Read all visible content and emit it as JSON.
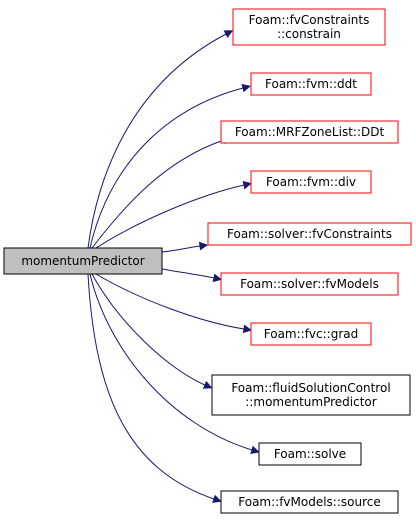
{
  "colors": {
    "source_fill": "#bfbfbf",
    "source_border": "#000000",
    "link_border_red": "#ff0000",
    "link_border_black": "#000000",
    "node_fill": "#ffffff",
    "edge": "#191970"
  },
  "source": {
    "id": "src",
    "label": "momentumPredictor"
  },
  "targets": [
    {
      "id": "t0",
      "lines": [
        "Foam::fvConstraints",
        "::constrain"
      ],
      "border": "red"
    },
    {
      "id": "t1",
      "lines": [
        "Foam::fvm::ddt"
      ],
      "border": "red"
    },
    {
      "id": "t2",
      "lines": [
        "Foam::MRFZoneList::DDt"
      ],
      "border": "red"
    },
    {
      "id": "t3",
      "lines": [
        "Foam::fvm::div"
      ],
      "border": "red"
    },
    {
      "id": "t4",
      "lines": [
        "Foam::solver::fvConstraints"
      ],
      "border": "red"
    },
    {
      "id": "t5",
      "lines": [
        "Foam::solver::fvModels"
      ],
      "border": "red"
    },
    {
      "id": "t6",
      "lines": [
        "Foam::fvc::grad"
      ],
      "border": "red"
    },
    {
      "id": "t7",
      "lines": [
        "Foam::fluidSolutionControl",
        "::momentumPredictor"
      ],
      "border": "black"
    },
    {
      "id": "t8",
      "lines": [
        "Foam::solve"
      ],
      "border": "black"
    },
    {
      "id": "t9",
      "lines": [
        "Foam::fvModels::source"
      ],
      "border": "black"
    }
  ]
}
